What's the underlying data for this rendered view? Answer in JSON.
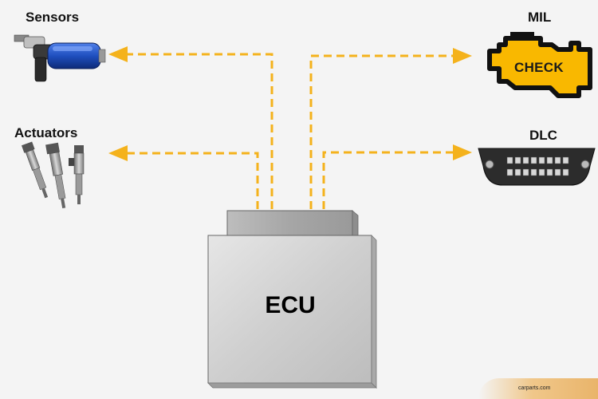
{
  "labels": {
    "sensors": "Sensors",
    "actuators": "Actuators",
    "mil": "MIL",
    "dlc": "DLC",
    "ecu": "ECU",
    "check": "CHECK"
  },
  "watermark": "carparts.com",
  "colors": {
    "arrow": "#f4b21c",
    "ecu_body": "#c8c8c8",
    "check_engine": "#f9b800",
    "injector_blue": "#1f4fbf"
  }
}
